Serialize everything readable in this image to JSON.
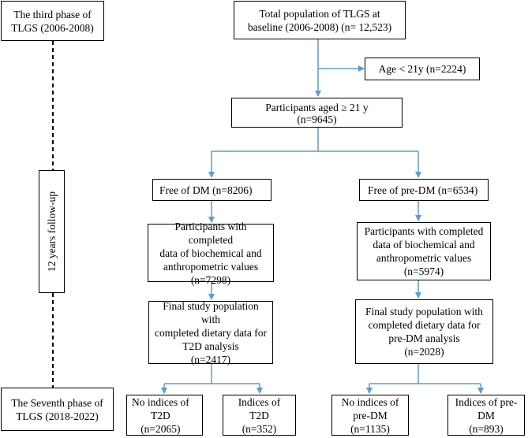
{
  "phases": {
    "third": [
      "The third phase of",
      "TLGS (2006-2008)"
    ],
    "followup": "12 years follow-up",
    "seventh": [
      "The Seventh phase of",
      "TLGS (2018-2022)"
    ]
  },
  "nodes": {
    "total": [
      "Total population of TLGS at",
      "baseline (2006-2008) (n= 12,523)"
    ],
    "age_excl": "Age < 21y (n=2224)",
    "aged21": [
      "Participants aged ≥ 21 y",
      "(n=9645)"
    ],
    "free_dm": "Free of DM (n=8206)",
    "free_predm": "Free of pre-DM (n=6534)",
    "complete_dm": [
      "Participants with completed",
      "data of biochemical and",
      "anthropometric values",
      "(n=7298)"
    ],
    "complete_predm": [
      "Participants with completed",
      "data of biochemical and",
      "anthropometric values",
      "(n=5974)"
    ],
    "final_dm": [
      "Final study population with",
      "completed dietary data for",
      "T2D analysis",
      "(n=2417)"
    ],
    "final_predm": [
      "Final study population with",
      "completed dietary data for",
      "pre-DM analysis",
      "(n=2028)"
    ],
    "no_t2d": [
      "No indices of",
      "T2D",
      "(n=2065)"
    ],
    "t2d": [
      "Indices of",
      "T2D",
      "(n=352)"
    ],
    "no_predm": [
      "No indices of",
      "pre-DM",
      "(n=1135)"
    ],
    "predm": [
      "Indices of pre-",
      "DM",
      "(n=893)"
    ]
  },
  "colors": {
    "arrow": "#5b9bd5",
    "border": "#000000",
    "dashed": "#000000"
  }
}
